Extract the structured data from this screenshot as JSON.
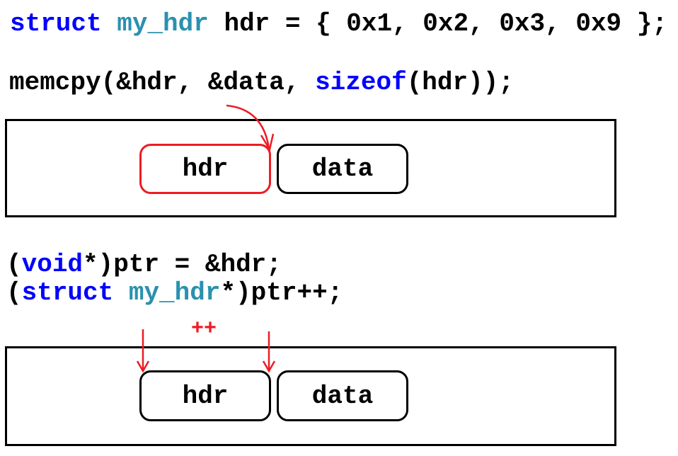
{
  "code_top": {
    "line1": {
      "kw": "struct",
      "type": "my_hdr",
      "rest": " hdr = { 0x1, 0x2, 0x3, 0x9 };"
    },
    "line2": {
      "pre": "memcpy(&hdr, &data, ",
      "kw": "sizeof",
      "post": "(hdr));"
    }
  },
  "diagram_top": {
    "cells": [
      {
        "label": "hdr",
        "highlighted": true
      },
      {
        "label": "data",
        "highlighted": false
      }
    ]
  },
  "code_bottom": {
    "line3": {
      "pre": "(",
      "kw": "void",
      "post": "*)ptr = &hdr;"
    },
    "line4": {
      "pre": "(",
      "kw": "struct",
      "sp": " ",
      "type": "my_hdr",
      "post": "*)ptr++;"
    }
  },
  "diagram_bottom": {
    "increment_label": "++",
    "cells": [
      {
        "label": "hdr"
      },
      {
        "label": "data"
      }
    ]
  },
  "colors": {
    "keyword": "#0000ff",
    "type": "#2b91af",
    "highlight": "#ed1c24"
  }
}
